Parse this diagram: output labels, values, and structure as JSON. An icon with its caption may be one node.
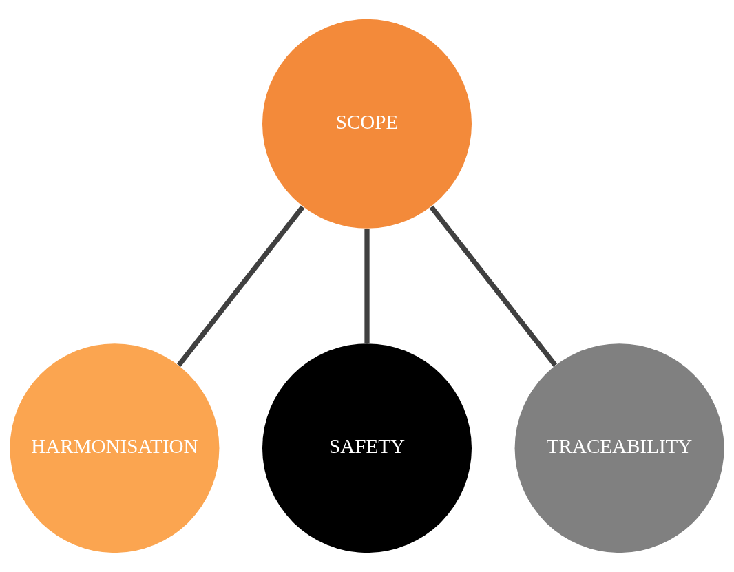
{
  "diagram": {
    "nodes": [
      {
        "text": [
          "SCOPE"
        ]
      },
      {
        "text": [
          "HARMONISATION"
        ]
      },
      {
        "text": [
          "SAFETY"
        ]
      },
      {
        "text": [
          "TRACEABILITY"
        ]
      }
    ],
    "edges": [
      {
        "from": 0,
        "to": 1,
        "arrow": "none"
      },
      {
        "from": 0,
        "to": 2,
        "arrow": "none"
      },
      {
        "from": 0,
        "to": 3,
        "arrow": "none"
      }
    ]
  }
}
